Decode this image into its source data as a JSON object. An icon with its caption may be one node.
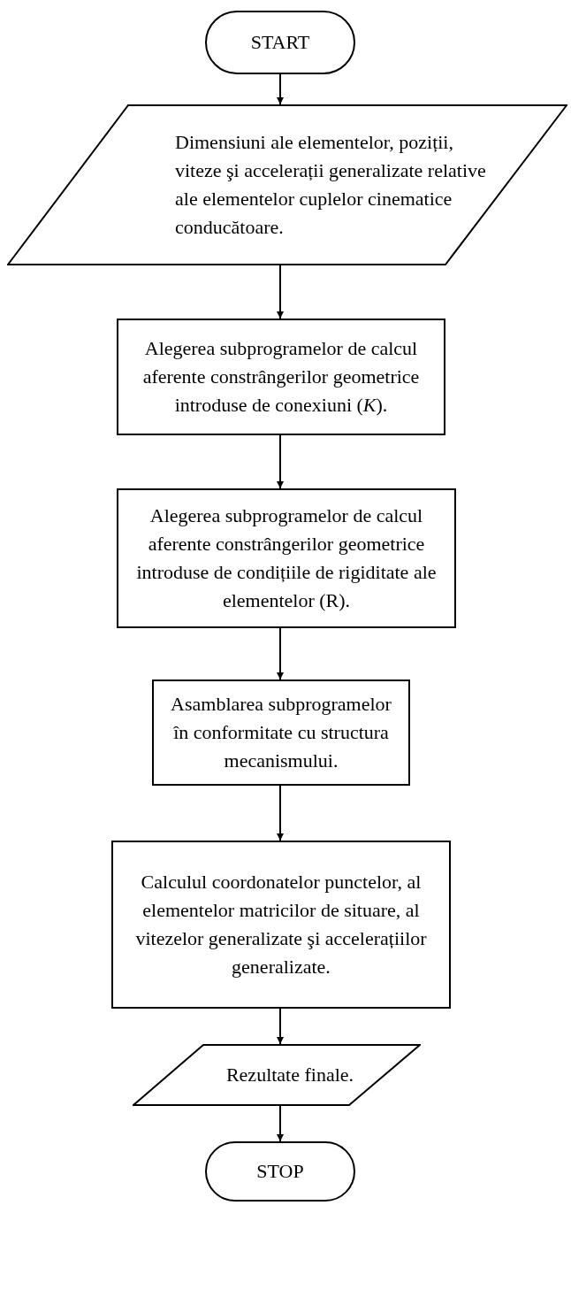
{
  "diagram": {
    "nodes": [
      {
        "text": [
          "START"
        ]
      },
      {
        "text": [
          "Dimensiuni ale elementelor, poziții, viteze şi accelerații generalizate relative ale elementelor cuplelor cinematice conducătoare."
        ]
      },
      {
        "text": [
          "Alegerea subprogramelor de calcul aferente constrângerilor geometrice introduse de conexiuni (*K*)."
        ]
      },
      {
        "text": [
          "Alegerea subprogramelor de calcul aferente constrângerilor geometrice introduse de condițiile de rigiditate ale elementelor (R)."
        ]
      },
      {
        "text": [
          "Asamblarea subprogramelor în conformitate cu structura mecanismului."
        ]
      },
      {
        "text": [
          "Calculul coordonatelor punctelor, al elementelor matricilor de situare, al vitezelor generalizate şi accelerațiilor generalizate."
        ]
      },
      {
        "text": [
          "Rezultate finale."
        ]
      },
      {
        "text": [
          "STOP"
        ]
      }
    ],
    "edges": [
      {
        "from": 0,
        "to": 1,
        "arrow": "to"
      },
      {
        "from": 1,
        "to": 2,
        "arrow": "to"
      },
      {
        "from": 2,
        "to": 3,
        "arrow": "to"
      },
      {
        "from": 3,
        "to": 4,
        "arrow": "to"
      },
      {
        "from": 4,
        "to": 5,
        "arrow": "to"
      },
      {
        "from": 5,
        "to": 6,
        "arrow": "to"
      },
      {
        "from": 6,
        "to": 7,
        "arrow": "to"
      }
    ]
  }
}
